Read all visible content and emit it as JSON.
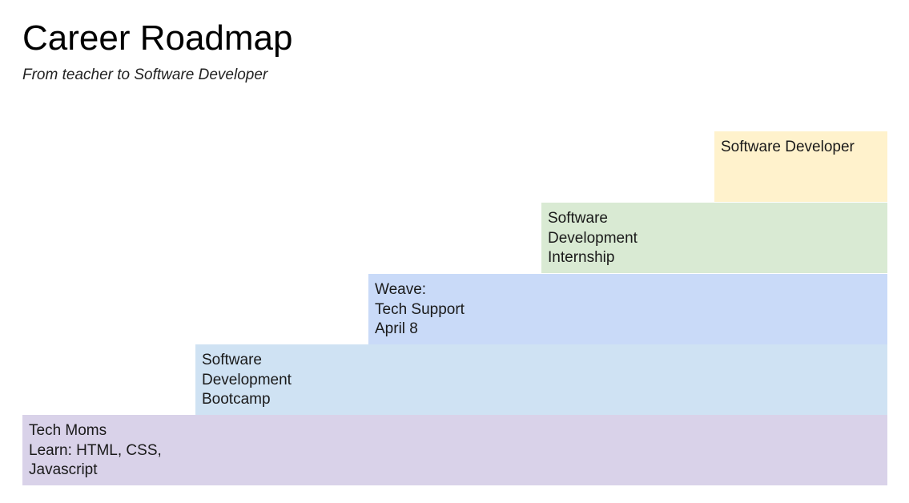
{
  "header": {
    "title": "Career Roadmap",
    "subtitle": "From teacher to Software Developer"
  },
  "steps": [
    {
      "label": "Tech Moms\nLearn: HTML, CSS,\nJavascript",
      "color": "#d9d2e9"
    },
    {
      "label": "Software\nDevelopment\nBootcamp",
      "color": "#cfe2f3"
    },
    {
      "label": "Weave:\nTech Support\nApril 8",
      "color": "#c9daf8"
    },
    {
      "label": "Software\nDevelopment\nInternship",
      "color": "#d9ead3"
    },
    {
      "label": "Software Developer",
      "color": "#fff2cc"
    }
  ]
}
